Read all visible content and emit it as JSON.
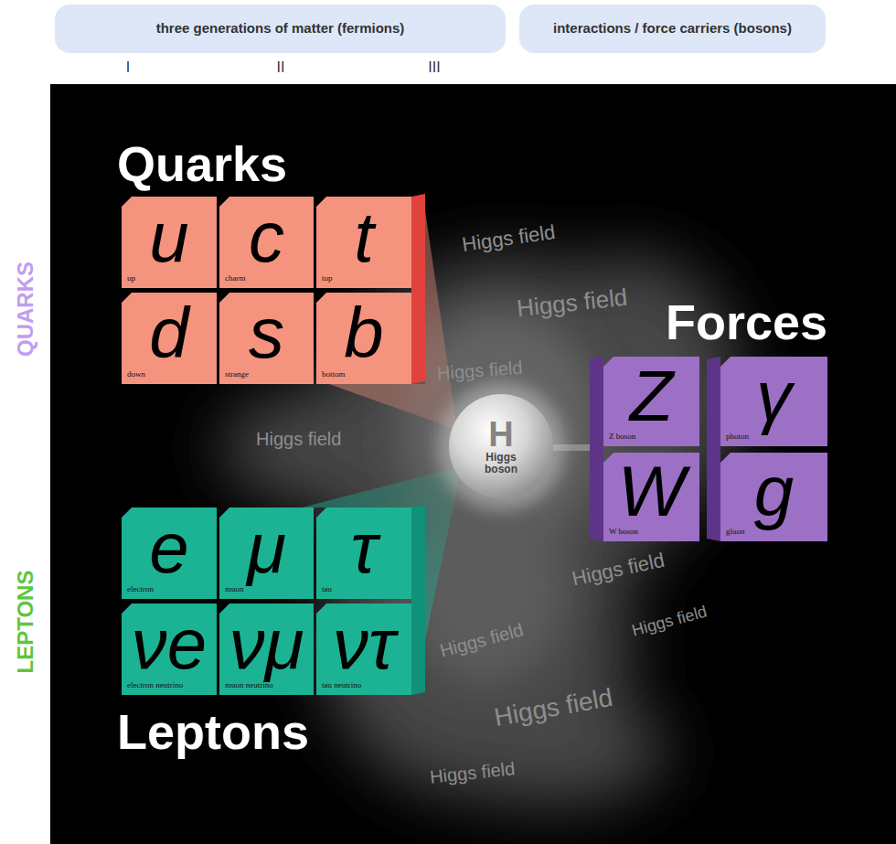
{
  "diagram": {
    "nodes": [
      {
        "text": [
          "three generations of matter (fermions)"
        ]
      },
      {
        "text": [
          "interactions / force carriers (bosons)"
        ]
      },
      {
        "text": [
          "u",
          "up"
        ]
      },
      {
        "text": [
          "c",
          "charm"
        ]
      },
      {
        "text": [
          "t",
          "top"
        ]
      },
      {
        "text": [
          "d",
          "down"
        ]
      },
      {
        "text": [
          "s",
          "strange"
        ]
      },
      {
        "text": [
          "b",
          "bottom"
        ]
      },
      {
        "text": [
          "H",
          "Higgs boson"
        ]
      },
      {
        "text": [
          "Z",
          "Z boson"
        ]
      },
      {
        "text": [
          "γ",
          "photon"
        ]
      },
      {
        "text": [
          "W",
          "W boson"
        ]
      },
      {
        "text": [
          "g",
          "gluon"
        ]
      },
      {
        "text": [
          "e",
          "electron"
        ]
      },
      {
        "text": [
          "μ",
          "muon"
        ]
      },
      {
        "text": [
          "τ",
          "tau"
        ]
      },
      {
        "text": [
          "νe",
          "electron neutrino"
        ]
      },
      {
        "text": [
          "νμ",
          "muon neutrino"
        ]
      },
      {
        "text": [
          "ντ",
          "tau neutrino"
        ]
      }
    ],
    "labels": [
      "I",
      "II",
      "III",
      "QUARKS",
      "LEPTONS",
      "Quarks",
      "Forces",
      "Leptons",
      "Higgs field",
      "Higgs field",
      "Higgs field",
      "Higgs field",
      "Higgs field",
      "Higgs field",
      "Higgs field",
      "Higgs field",
      "Higgs field"
    ]
  }
}
